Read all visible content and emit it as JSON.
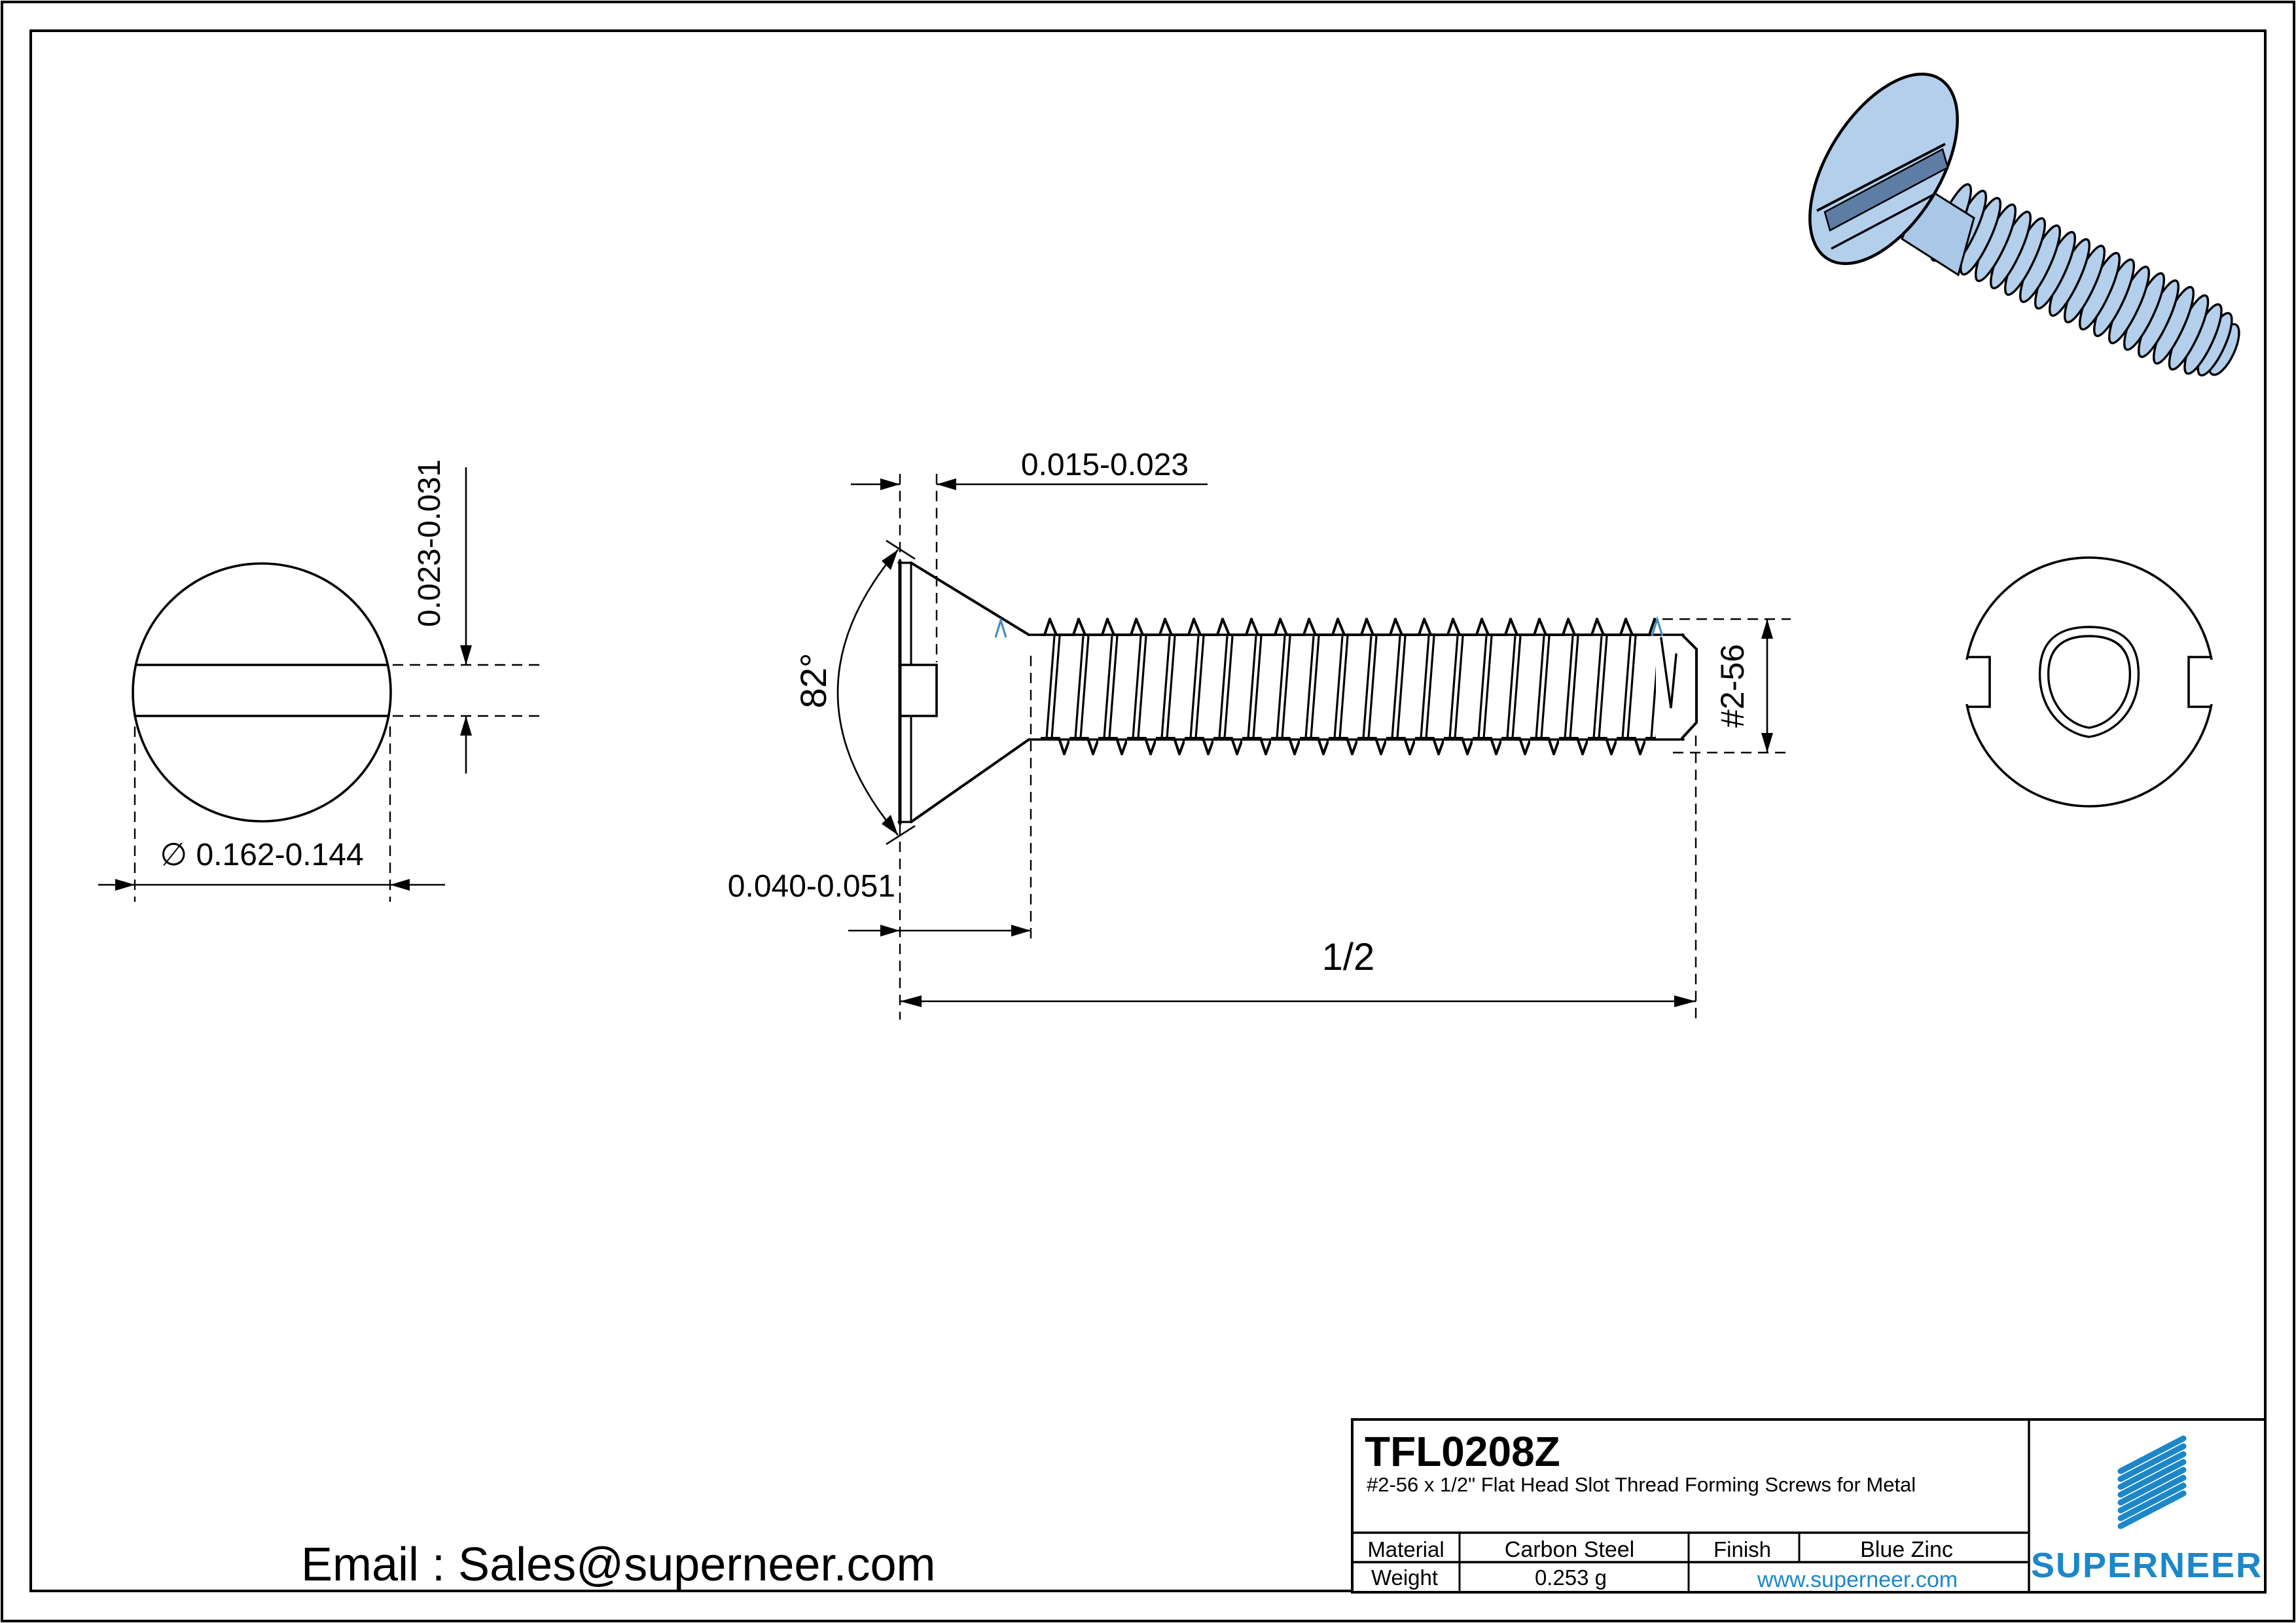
{
  "contact": {
    "email": "Email : Sales@superneer.com"
  },
  "title_block": {
    "part_number": "TFL0208Z",
    "description": "#2-56 x 1/2\" Flat Head Slot Thread Forming Screws for Metal",
    "material_label": "Material",
    "material_value": "Carbon Steel",
    "finish_label": "Finish",
    "finish_value": "Blue Zinc",
    "weight_label": "Weight",
    "weight_value": "0.253 g",
    "website": "www.superneer.com",
    "brand": "SUPERNEER"
  },
  "dimensions": {
    "front_slot_width": "0.023-0.031",
    "front_head_diameter": "∅ 0.162-0.144",
    "side_slot_depth": "0.015-0.023",
    "side_head_angle": "82°",
    "side_head_height": "0.040-0.051",
    "side_thread_size": "#2-56",
    "side_length": "1/2"
  },
  "colors": {
    "accent": "#1c87c9",
    "screw_body": "#b3cfec",
    "screw_shadow": "#5d7da4",
    "runout_blue": "#3c8ac2"
  }
}
